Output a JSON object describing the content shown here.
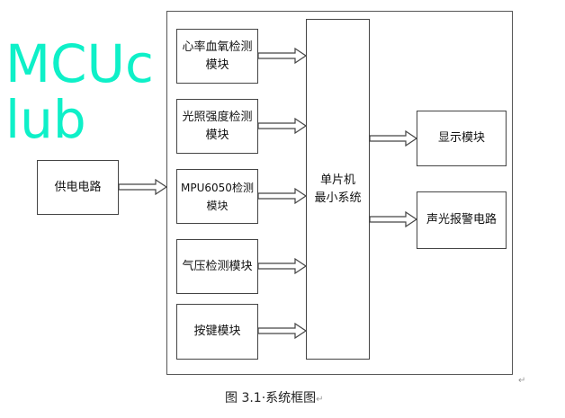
{
  "watermark": "MCUclub",
  "power": "供电电路",
  "modules": [
    "心率血氧检测模块",
    "光照强度检测模块",
    "MPU6050检测模块",
    "气压检测模块",
    "按键模块"
  ],
  "mcu_line1": "单片机",
  "mcu_line2": "最小系统",
  "outputs": [
    "显示模块",
    "声光报警电路"
  ],
  "caption": "图 3.1·系统框图",
  "return_mark": "↵"
}
